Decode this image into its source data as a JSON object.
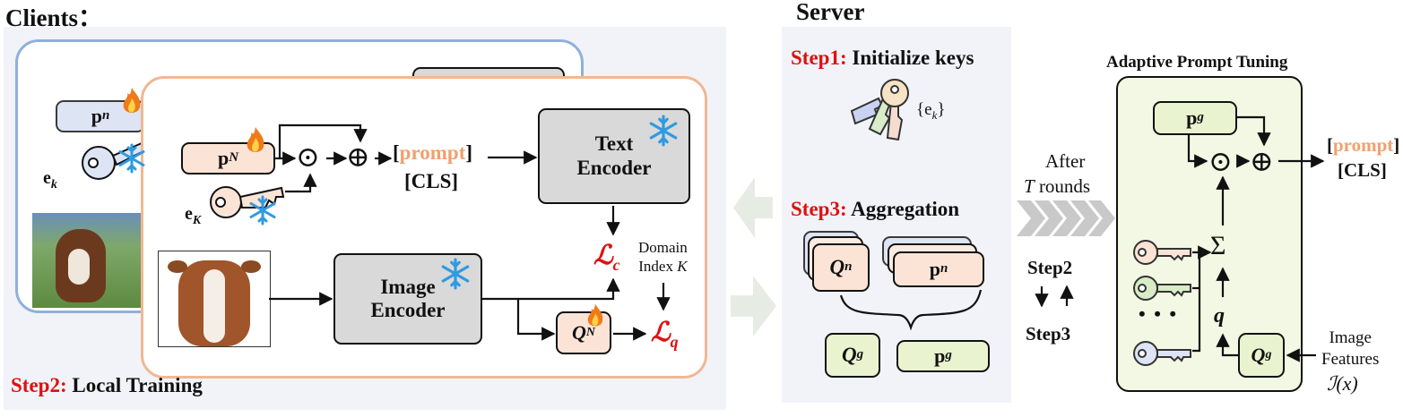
{
  "clients": {
    "title": "Clients",
    "title_colon": "：",
    "back_card": {
      "p_label": "p",
      "p_sub": "n",
      "key_label": "e",
      "key_sub": "k"
    },
    "front_card": {
      "p_label": "p",
      "p_sub": "N",
      "key_label": "e",
      "key_sub": "K",
      "odot": "⊙",
      "oplus": "⊕",
      "prompt_open": "[",
      "prompt_word": "prompt",
      "prompt_close": "]",
      "cls": "[CLS]",
      "text_encoder": [
        "Text",
        "Encoder"
      ],
      "image_encoder": [
        "Image",
        "Encoder"
      ],
      "loss_c": "ℒ",
      "loss_c_sub": "c",
      "loss_q": "ℒ",
      "loss_q_sub": "q",
      "domain_index": [
        "Domain",
        "Index"
      ],
      "domain_index_var": "K",
      "q_label": "Q",
      "q_sub": "N"
    },
    "step2_prefix": "Step2:",
    "step2_text": "Local Training"
  },
  "server": {
    "title": "Server",
    "step1_prefix": "Step1:",
    "step1_text": "Initialize keys",
    "keys_label": "{e",
    "keys_sub": "k",
    "keys_close": "}",
    "step3_prefix": "Step3:",
    "step3_text": "Aggregation",
    "q_n": "Q",
    "q_n_sub": "n",
    "p_n": "p",
    "p_n_sub": "n",
    "q_g": "Q",
    "q_g_sub": "g",
    "p_g": "p",
    "p_g_sub": "g",
    "step2_label": "Step2",
    "step3_label": "Step3"
  },
  "middle": {
    "after": "After",
    "t_var": "T",
    "rounds": "rounds"
  },
  "apt": {
    "title": "Adaptive Prompt Tuning",
    "p_g": "p",
    "p_g_sub": "g",
    "odot": "⊙",
    "oplus": "⊕",
    "sigma": "Σ",
    "q_var": "q",
    "dots": "• • •",
    "q_g": "Q",
    "q_g_sub": "g",
    "prompt_open": "[",
    "prompt_word": "prompt",
    "prompt_close": "]",
    "cls": "[CLS]",
    "image_features": [
      "Image",
      "Features"
    ],
    "feat_expr": "ℐ(x)"
  },
  "colors": {
    "panel_bg": "#f1f3f9",
    "back_card_border": "#8fb0dc",
    "front_card_border": "#efb894",
    "apt_bg": "#f3f8e4",
    "step_red": "#e01010",
    "prompt_orange": "#f0a070",
    "snow_blue": "#2f9ae0",
    "flame": "#f07a1a"
  },
  "icons": [
    "flame-icon",
    "snowflake-icon",
    "key-icon",
    "cow-image"
  ]
}
